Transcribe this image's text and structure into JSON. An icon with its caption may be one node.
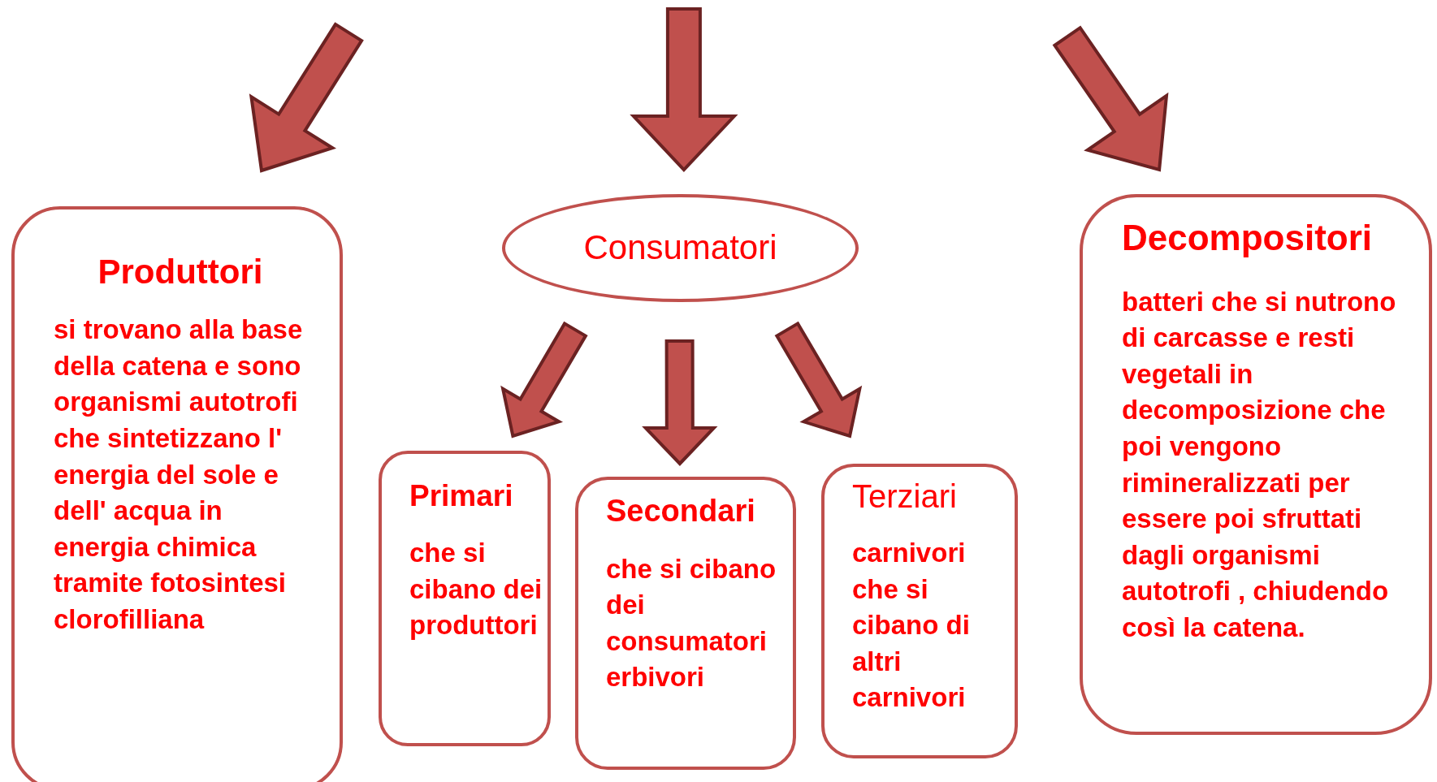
{
  "diagram": {
    "nodes": [
      {
        "text": [
          "Produttori",
          "si trovano alla base della catena e sono organismi autotrofi che sintetizzano l' energia del sole e dell' acqua in energia chimica tramite fotosintesi clorofilliana"
        ]
      },
      {
        "text": [
          "Consumatori"
        ]
      },
      {
        "text": [
          "Decompositori",
          "batteri che si nutrono di carcasse e resti vegetali in decomposizione che poi vengono rimineralizzati per essere poi sfruttati dagli organismi autotrofi , chiudendo così la catena."
        ]
      },
      {
        "text": [
          "Primari",
          "che si cibano dei produttori"
        ]
      },
      {
        "text": [
          "Secondari",
          "che si cibano dei consumatori erbivori"
        ]
      },
      {
        "text": [
          "Terziari",
          "carnivori che si cibano di altri carnivori"
        ]
      }
    ],
    "edges": [
      {
        "from": null,
        "to": 0,
        "arrow": "to"
      },
      {
        "from": null,
        "to": 1,
        "arrow": "to"
      },
      {
        "from": null,
        "to": 2,
        "arrow": "to"
      },
      {
        "from": 1,
        "to": 3,
        "arrow": "to"
      },
      {
        "from": 1,
        "to": 4,
        "arrow": "to"
      },
      {
        "from": 1,
        "to": 5,
        "arrow": "to"
      }
    ]
  }
}
